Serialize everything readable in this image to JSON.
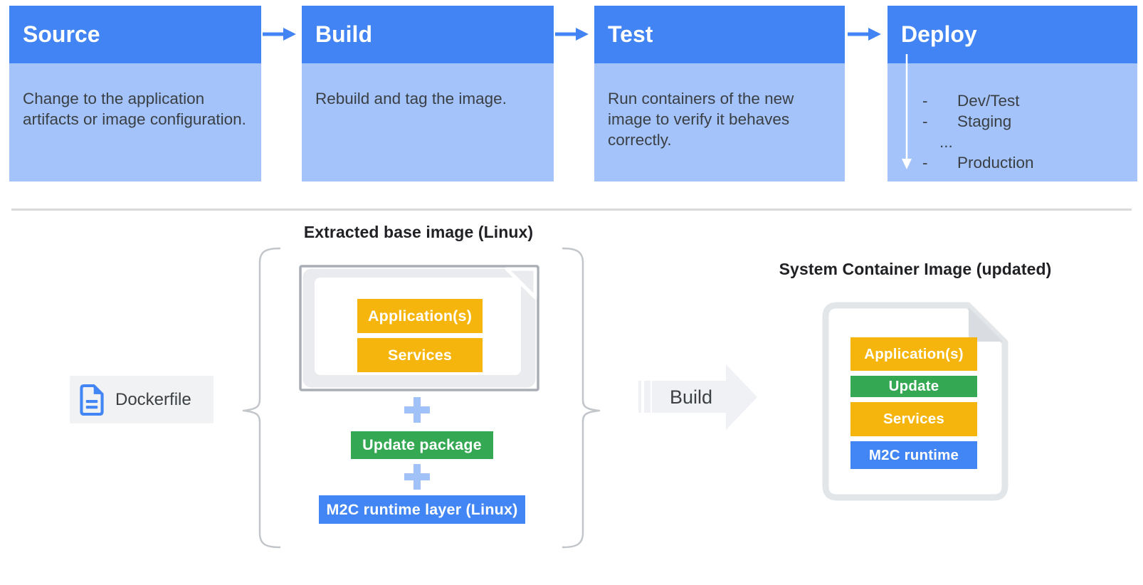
{
  "colors": {
    "step_header_blue": "#4284F3",
    "step_body_blue": "#A4C3FA",
    "accent_yellow": "#F5B50C",
    "accent_green": "#34A853",
    "accent_blue": "#4285F4",
    "plus_blue": "#A0C2F8",
    "arrow_gray": "#EFF1F4",
    "panel_gray": "#E9EBEE",
    "text_dark": "#3A3F44"
  },
  "icons": {
    "step_connector": "arrow-right-icon",
    "deploy_progression": "arrow-down-icon",
    "dockerfile": "file-document-icon",
    "stack_plus": "plus-icon",
    "build": "arrow-right-icon"
  },
  "pipeline": {
    "steps": [
      {
        "title": "Source",
        "description": "Change to the application artifacts or image configuration."
      },
      {
        "title": "Build",
        "description": "Rebuild and tag the image."
      },
      {
        "title": "Test",
        "description": "Run containers of the new image to verify it behaves correctly."
      },
      {
        "title": "Deploy",
        "items": [
          {
            "bullet": "-",
            "label": "Dev/Test"
          },
          {
            "bullet": "-",
            "label": "Staging"
          },
          {
            "bullet": "",
            "label": "..."
          },
          {
            "bullet": "-",
            "label": "Production"
          }
        ]
      }
    ]
  },
  "build_diagram": {
    "dockerfile": {
      "label": "Dockerfile"
    },
    "base_image": {
      "title": "Extracted base image (Linux)",
      "layers": [
        {
          "label": "Application(s)",
          "color": "#F5B50C"
        },
        {
          "label": "Services",
          "color": "#F5B50C"
        }
      ]
    },
    "plus": "+",
    "update_package": {
      "label": "Update package",
      "color": "#34A853"
    },
    "runtime_layer": {
      "label": "M2C runtime layer (Linux)",
      "color": "#4285F4"
    },
    "build_arrow": {
      "label": "Build"
    },
    "result_image": {
      "title": "System Container Image (updated)",
      "layers": [
        {
          "label": "Application(s)",
          "color": "#F5B50C"
        },
        {
          "label": "Update",
          "color": "#34A853"
        },
        {
          "label": "Services",
          "color": "#F5B50C"
        },
        {
          "label": "M2C runtime",
          "color": "#4285F4"
        }
      ]
    }
  }
}
